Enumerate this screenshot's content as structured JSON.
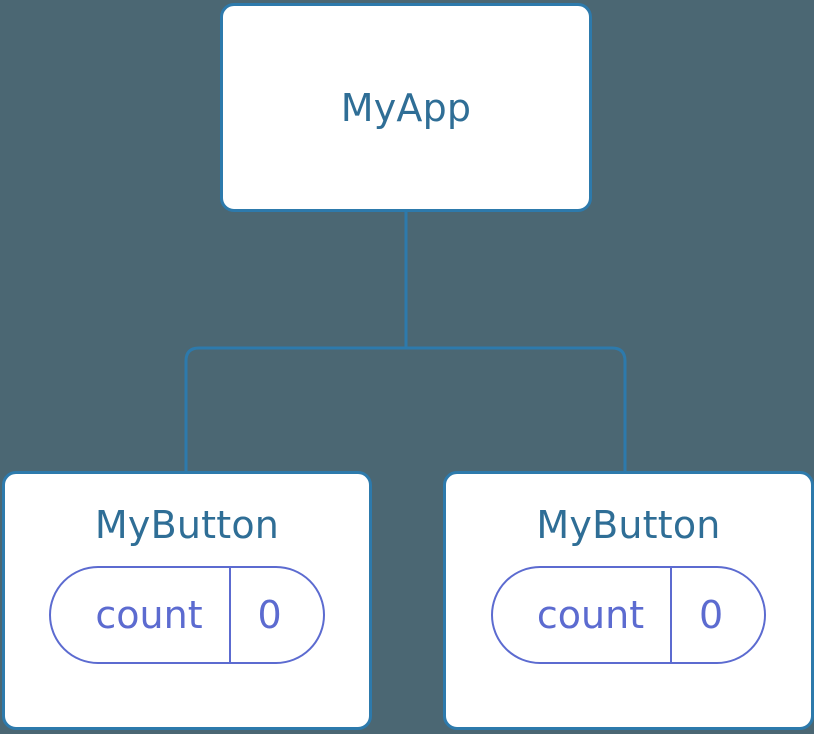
{
  "diagram": {
    "title": "component-tree",
    "background_color": "#4b6773",
    "edge_color": "#2d7aac",
    "node_border_color": "#2d7aac",
    "node_fill_color": "#ffffff",
    "node_title_color": "#2f6e96",
    "state_pill_color": "#5c6bd0"
  },
  "nodes": {
    "root": {
      "label": "MyApp"
    },
    "child_left": {
      "label": "MyButton",
      "state": {
        "key": "count",
        "value": "0"
      }
    },
    "child_right": {
      "label": "MyButton",
      "state": {
        "key": "count",
        "value": "0"
      }
    }
  },
  "edges": [
    {
      "from": "root",
      "to": "child_left"
    },
    {
      "from": "root",
      "to": "child_right"
    }
  ]
}
